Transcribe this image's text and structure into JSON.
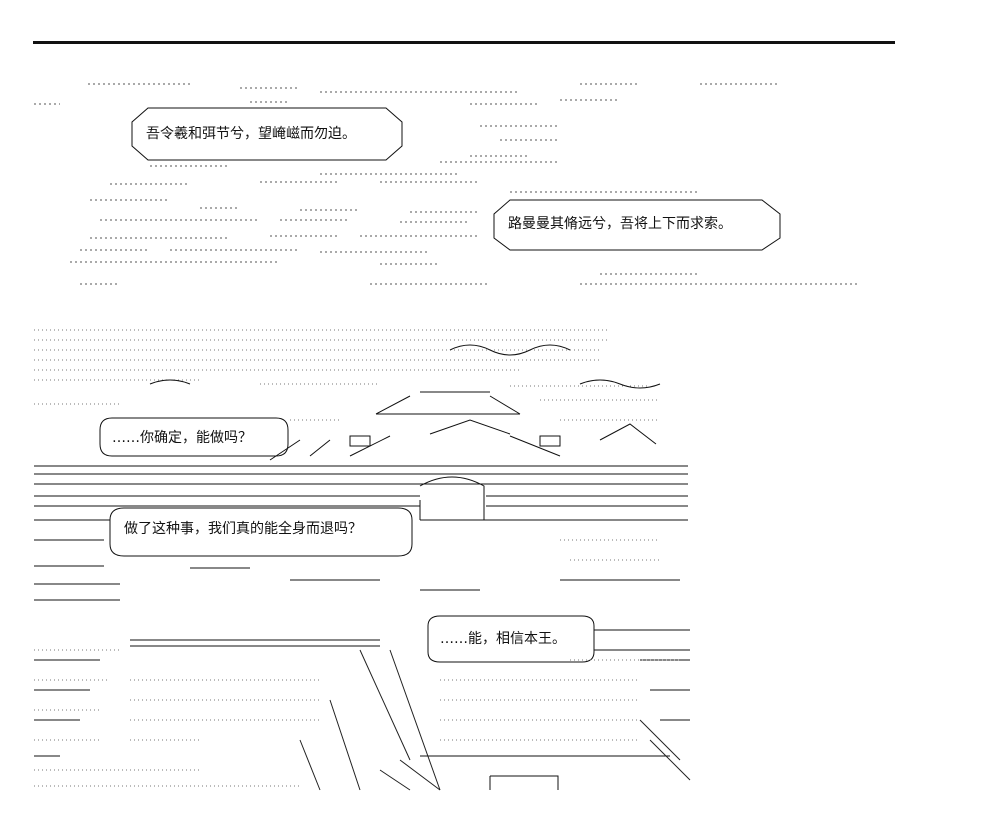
{
  "dialogue": {
    "line1": "吾令羲和弭节兮，望崦嵫而勿迫。",
    "line2": "路曼曼其脩远兮，吾将上下而求索。",
    "line3": "……你确定，能做吗？",
    "line4": "做了这种事，我们真的能全身而退吗？",
    "line5": "……能，相信本王。"
  }
}
